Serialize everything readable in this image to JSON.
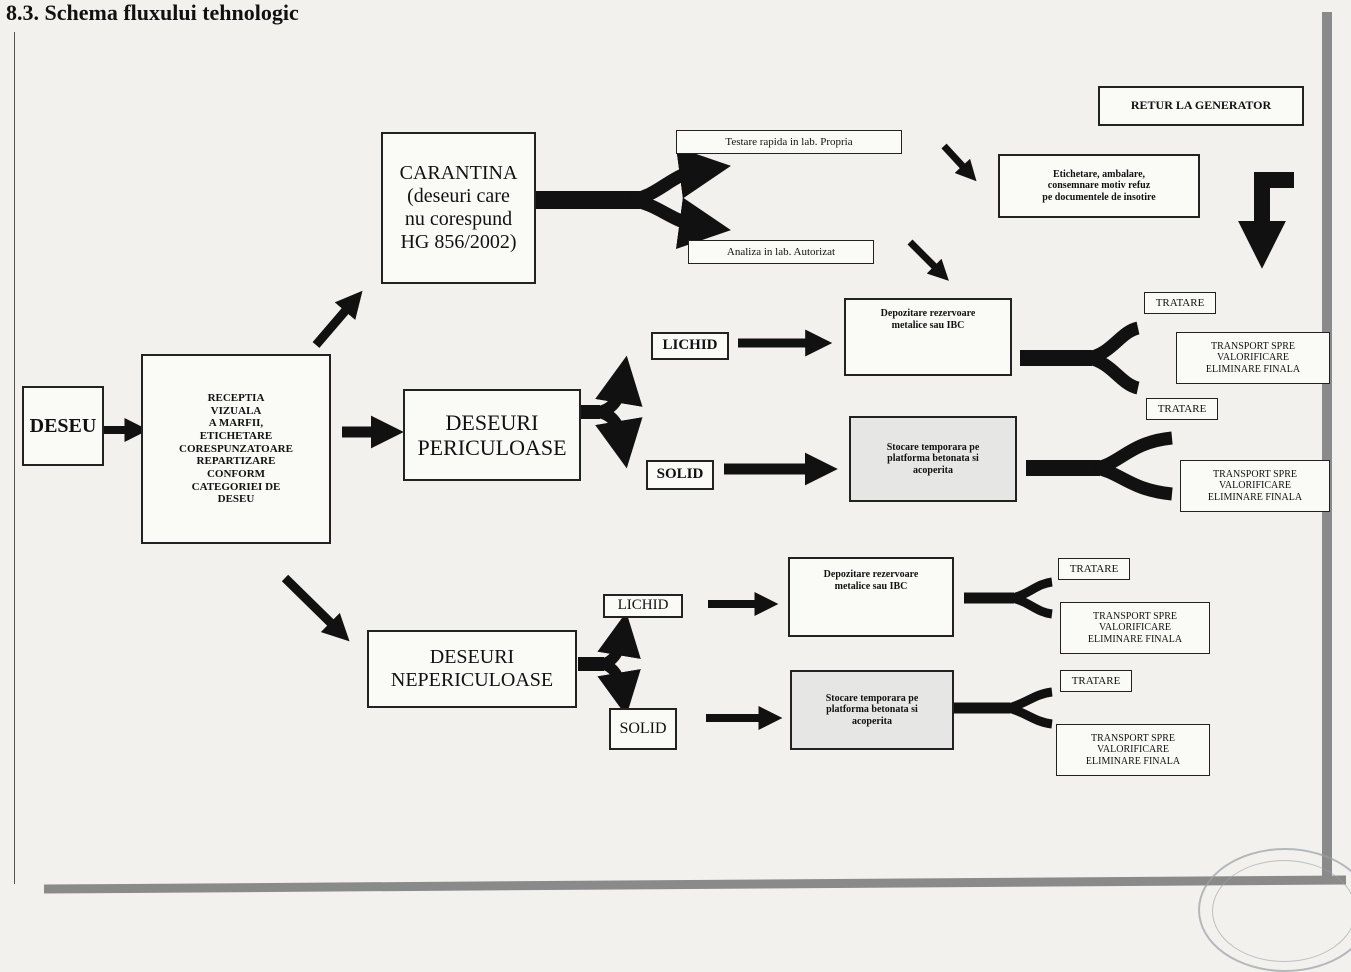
{
  "title": "8.3. Schema fluxului tehnologic",
  "nodes": {
    "deseu": "DESEU",
    "receptia": "RECEPTIA\nVIZUALA\nA MARFII,\nETICHETARE\nCORESPUNZATOARE\nREPARTIZARE\nCONFORM\nCATEGORIEI DE\nDESEU",
    "carantina": "CARANTINA\n(deseuri care\nnu corespund\nHG 856/2002)",
    "testare": "Testare rapida in lab. Propria",
    "analiza": "Analiza in lab. Autorizat",
    "retur": "RETUR LA GENERATOR",
    "etichetare_refuz": "Etichetare, ambalare,\nconsemnare motiv refuz\npe documentele de insotire",
    "periculoase": "DESEURI\nPERICULOASE",
    "lichid_p": "LICHID",
    "solid_p": "SOLID",
    "depozitare_p": "Depozitare rezervoare\nmetalice sau IBC",
    "stocare_p": "Stocare temporara pe\nplatforma betonata si\nacoperita",
    "tratare_1": "TRATARE",
    "transport_1": "TRANSPORT SPRE\nVALORIFICARE\nELIMINARE FINALA",
    "tratare_2": "TRATARE",
    "transport_2": "TRANSPORT SPRE\nVALORIFICARE\nELIMINARE FINALA",
    "nepericuloase": "DESEURI\nNEPERICULOASE",
    "lichid_n": "LICHID",
    "solid_n": "SOLID",
    "depozitare_n": "Depozitare rezervoare\nmetalice sau IBC",
    "stocare_n": "Stocare temporara pe\nplatforma betonata si\nacoperita",
    "tratare_3": "TRATARE",
    "transport_3": "TRANSPORT SPRE\nVALORIFICARE\nELIMINARE FINALA",
    "tratare_4": "TRATARE",
    "transport_4": "TRANSPORT SPRE\nVALORIFICARE\nELIMINARE FINALA"
  },
  "colors": {
    "arrow": "#111111",
    "box_border": "#222222",
    "box_fill": "#fafaf7",
    "shaded_fill": "#e6e6e4",
    "frame": "#8a8a8a"
  }
}
